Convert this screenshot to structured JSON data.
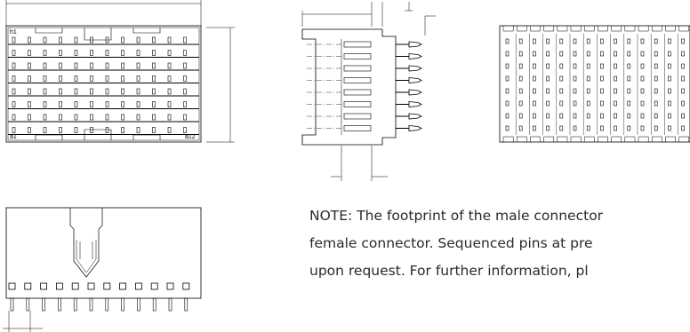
{
  "drawing": {
    "front_view": {
      "corner_labels": {
        "top_left": "h1",
        "bottom_left": "a1",
        "bottom_right": "a12"
      },
      "pin_rows": 8,
      "pin_columns": 12
    },
    "side_view": {
      "pins": 8
    },
    "rear_view": {
      "rows": 8,
      "columns": 14
    },
    "bottom_view": {
      "pins": 12
    }
  },
  "note": {
    "lines": [
      "NOTE: The footprint of the male connector",
      "female connector. Sequenced pins at pre",
      "upon request. For further information, pl"
    ]
  }
}
